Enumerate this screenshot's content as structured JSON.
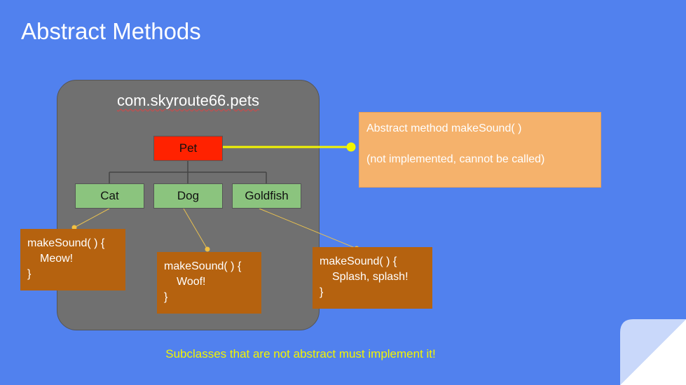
{
  "slide": {
    "title": "Abstract Methods",
    "package": "com.skyroute66.pets",
    "parent_class": "Pet",
    "subclasses": [
      "Cat",
      "Dog",
      "Goldfish"
    ],
    "note": {
      "line1": "Abstract method makeSound( )",
      "line2": "(not implemented, cannot be called)"
    },
    "code_blocks": [
      {
        "open": "makeSound( ) {",
        "body": "Meow!",
        "close": "}"
      },
      {
        "open": "makeSound( ) {",
        "body": "Woof!",
        "close": "}"
      },
      {
        "open": "makeSound( ) {",
        "body": "Splash, splash!",
        "close": "}"
      }
    ],
    "footer": "Subclasses that are not abstract must implement it!"
  },
  "colors": {
    "background": "#5181EE",
    "package": "#707070",
    "parent": "#FF2200",
    "subclass": "#8BC47E",
    "note": "#F5B26C",
    "code": "#B5620F",
    "highlight": "#F2F500"
  }
}
